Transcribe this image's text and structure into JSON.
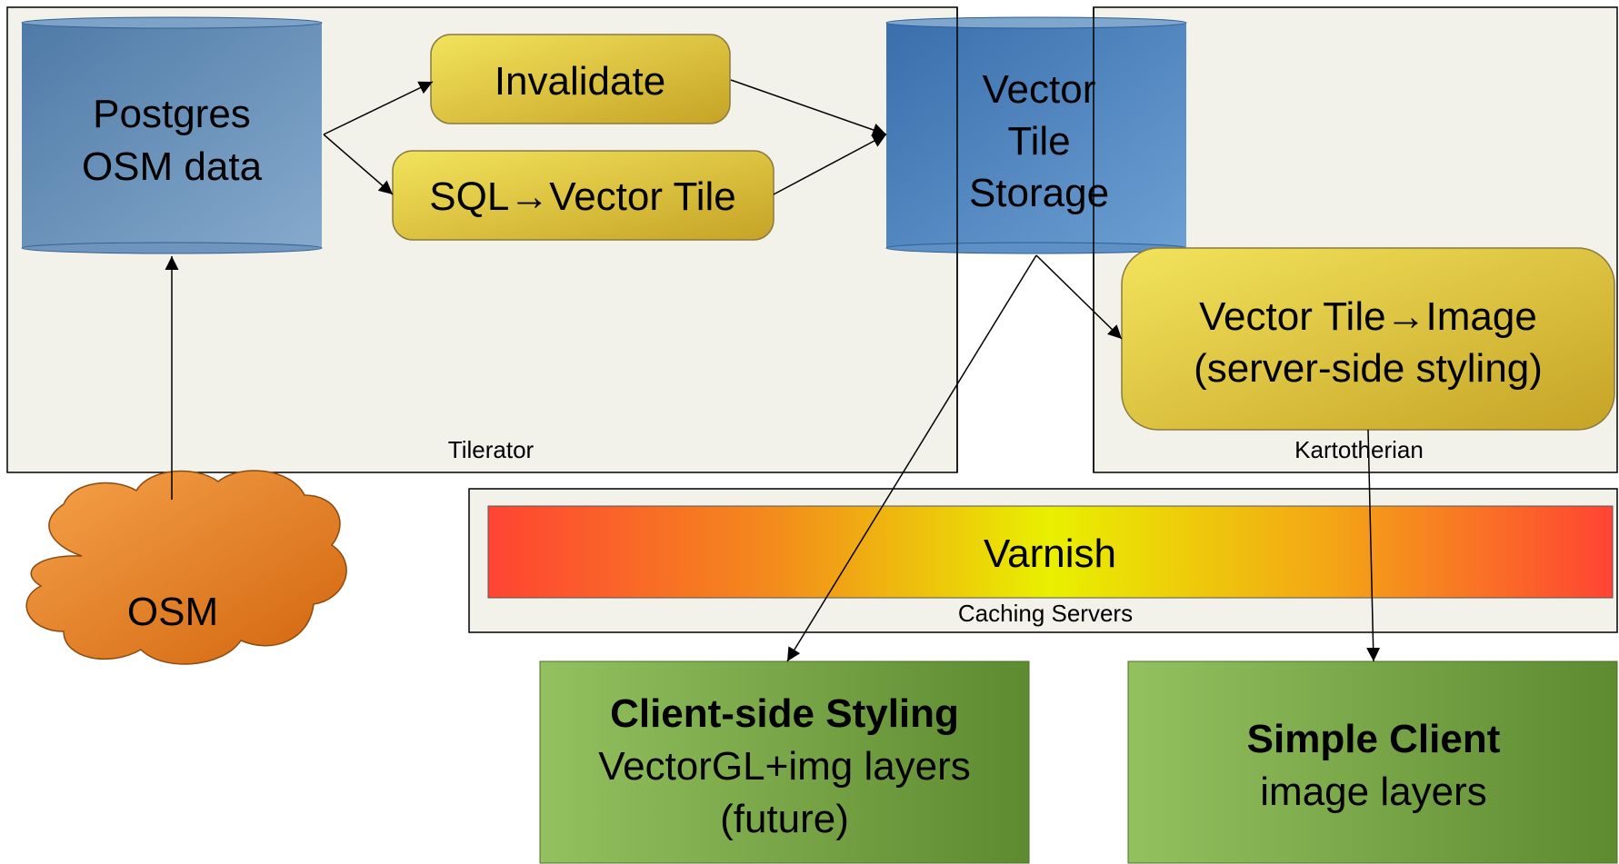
{
  "containers": {
    "tilerator": "Tilerator",
    "kartotherian": "Kartotherian",
    "caching": "Caching Servers"
  },
  "nodes": {
    "postgres": [
      "Postgres",
      "OSM data"
    ],
    "invalidate": "Invalidate",
    "sql_vector": "SQL→Vector Tile",
    "storage": [
      "Vector",
      "Tile",
      "Storage"
    ],
    "vector_image": [
      "Vector Tile→Image",
      "(server-side styling)"
    ],
    "osm": "OSM",
    "varnish": "Varnish",
    "client_side": {
      "title": "Client-side Styling",
      "lines": [
        "VectorGL+img layers",
        "(future)"
      ]
    },
    "simple_client": {
      "title": "Simple Client",
      "lines": [
        "image layers"
      ]
    }
  },
  "colors": {
    "db_blue": "#5a86b4",
    "db_top": "#7da3c8",
    "process_yellow": "#e0c53c",
    "client_green": "#79a34a",
    "cloud_orange": "#e8832a",
    "container_bg": "#f3f2ea"
  }
}
